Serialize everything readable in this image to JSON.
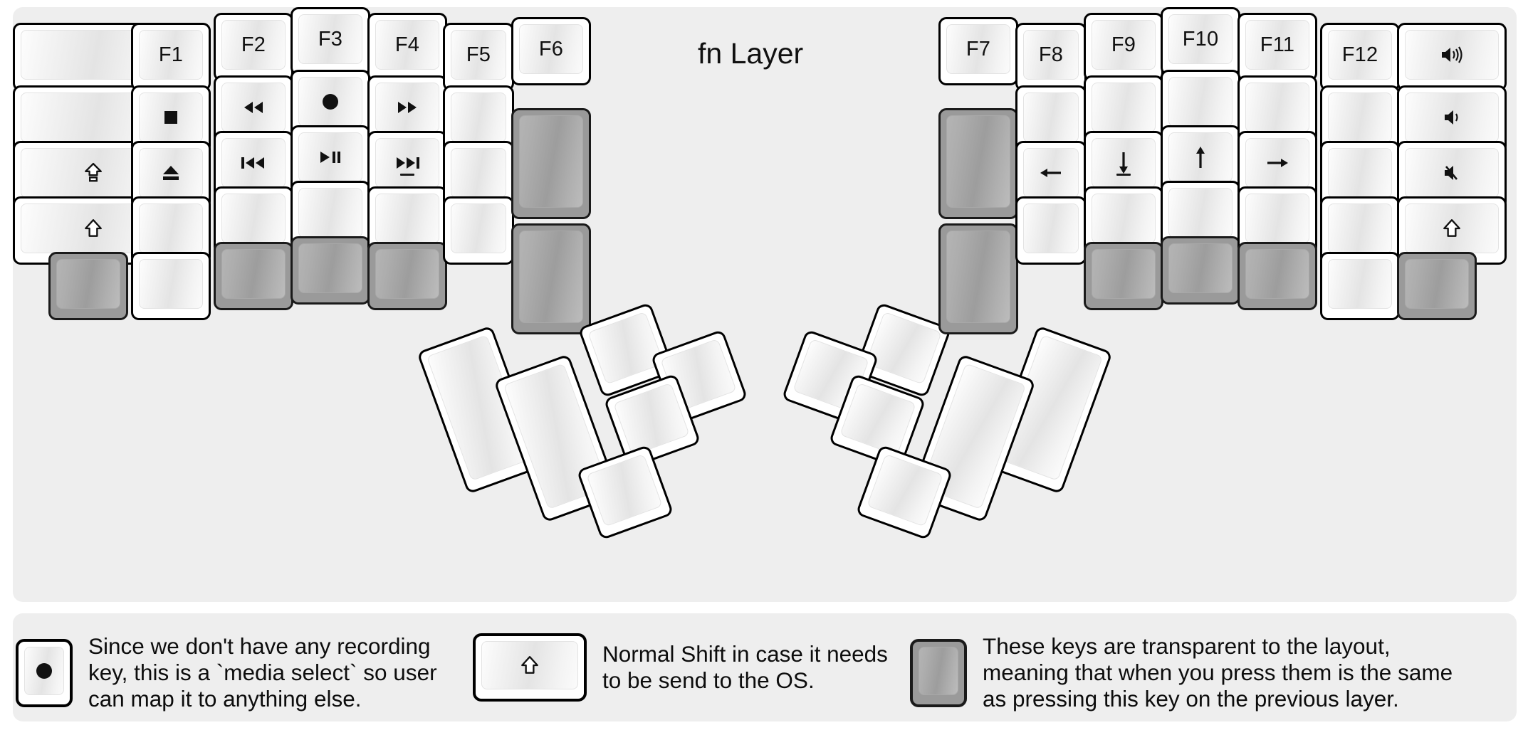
{
  "title": "fn Layer",
  "colors": {
    "background": "#eeeeee",
    "key_face": "#ffffff",
    "key_outline": "#000000",
    "transparent_key": "#9a9a9a",
    "text": "#111111"
  },
  "keyboard": {
    "left_half": {
      "columns": [
        {
          "name": "outer-col",
          "keys": [
            {
              "label": "",
              "icon": ""
            },
            {
              "label": "",
              "icon": ""
            },
            {
              "label": "",
              "icon": "caps-lock-icon"
            },
            {
              "label": "",
              "icon": "shift-icon"
            },
            {
              "label": "",
              "icon": "",
              "transparent": true
            }
          ]
        },
        {
          "name": "f1-col",
          "keys": [
            {
              "label": "F1",
              "icon": ""
            },
            {
              "label": "",
              "icon": "media-stop-icon"
            },
            {
              "label": "",
              "icon": "media-eject-icon"
            },
            {
              "label": "",
              "icon": ""
            },
            {
              "label": "",
              "icon": ""
            }
          ]
        },
        {
          "name": "f2-col",
          "keys": [
            {
              "label": "F2",
              "icon": ""
            },
            {
              "label": "",
              "icon": "media-rewind-icon"
            },
            {
              "label": "",
              "icon": "media-prev-track-icon"
            },
            {
              "label": "",
              "icon": ""
            },
            {
              "label": "",
              "icon": "",
              "transparent": true
            }
          ]
        },
        {
          "name": "f3-col",
          "keys": [
            {
              "label": "F3",
              "icon": ""
            },
            {
              "label": "",
              "icon": "media-record-icon"
            },
            {
              "label": "",
              "icon": "media-play-pause-icon"
            },
            {
              "label": "",
              "icon": ""
            },
            {
              "label": "",
              "icon": "",
              "transparent": true
            }
          ]
        },
        {
          "name": "f4-col",
          "keys": [
            {
              "label": "F4",
              "icon": ""
            },
            {
              "label": "",
              "icon": "media-fast-forward-icon"
            },
            {
              "label": "",
              "icon": "media-next-track-icon",
              "homing": true
            },
            {
              "label": "",
              "icon": ""
            },
            {
              "label": "",
              "icon": "",
              "transparent": true
            }
          ]
        },
        {
          "name": "f5-col",
          "keys": [
            {
              "label": "F5",
              "icon": ""
            },
            {
              "label": "",
              "icon": ""
            },
            {
              "label": "",
              "icon": ""
            },
            {
              "label": "",
              "icon": ""
            }
          ]
        },
        {
          "name": "f6-col",
          "keys": [
            {
              "label": "F6",
              "icon": ""
            },
            {
              "label": "",
              "icon": "",
              "transparent": true,
              "tall": true
            },
            {
              "label": "",
              "icon": "",
              "transparent": true,
              "tall": true
            }
          ]
        }
      ],
      "thumb_cluster": {
        "rotation_deg": -20,
        "keys": [
          {
            "label": "",
            "icon": "",
            "size": "tall"
          },
          {
            "label": "",
            "icon": "",
            "size": "tall"
          },
          {
            "label": "",
            "icon": "",
            "size": "square"
          },
          {
            "label": "",
            "icon": "",
            "size": "square"
          },
          {
            "label": "",
            "icon": "",
            "size": "square"
          },
          {
            "label": "",
            "icon": "",
            "size": "square"
          }
        ]
      }
    },
    "right_half": {
      "columns": [
        {
          "name": "f7-col",
          "keys": [
            {
              "label": "F7",
              "icon": ""
            },
            {
              "label": "",
              "icon": "",
              "transparent": true,
              "tall": true
            },
            {
              "label": "",
              "icon": "",
              "transparent": true,
              "tall": true
            }
          ]
        },
        {
          "name": "f8-col",
          "keys": [
            {
              "label": "F8",
              "icon": ""
            },
            {
              "label": "",
              "icon": ""
            },
            {
              "label": "",
              "icon": "arrow-left-icon"
            },
            {
              "label": "",
              "icon": ""
            }
          ]
        },
        {
          "name": "f9-col",
          "keys": [
            {
              "label": "F9",
              "icon": ""
            },
            {
              "label": "",
              "icon": ""
            },
            {
              "label": "",
              "icon": "arrow-down-icon",
              "homing": true
            },
            {
              "label": "",
              "icon": ""
            },
            {
              "label": "",
              "icon": "",
              "transparent": true
            }
          ]
        },
        {
          "name": "f10-col",
          "keys": [
            {
              "label": "F10",
              "icon": ""
            },
            {
              "label": "",
              "icon": ""
            },
            {
              "label": "",
              "icon": "arrow-up-icon"
            },
            {
              "label": "",
              "icon": ""
            },
            {
              "label": "",
              "icon": "",
              "transparent": true
            }
          ]
        },
        {
          "name": "f11-col",
          "keys": [
            {
              "label": "F11",
              "icon": ""
            },
            {
              "label": "",
              "icon": ""
            },
            {
              "label": "",
              "icon": "arrow-right-icon"
            },
            {
              "label": "",
              "icon": ""
            },
            {
              "label": "",
              "icon": "",
              "transparent": true
            }
          ]
        },
        {
          "name": "f12-col",
          "keys": [
            {
              "label": "F12",
              "icon": ""
            },
            {
              "label": "",
              "icon": ""
            },
            {
              "label": "",
              "icon": ""
            },
            {
              "label": "",
              "icon": ""
            },
            {
              "label": "",
              "icon": ""
            }
          ]
        },
        {
          "name": "outer-col",
          "keys": [
            {
              "label": "",
              "icon": "volume-up-icon"
            },
            {
              "label": "",
              "icon": "volume-down-icon"
            },
            {
              "label": "",
              "icon": "volume-mute-icon"
            },
            {
              "label": "",
              "icon": "shift-icon"
            },
            {
              "label": "",
              "icon": "",
              "transparent": true
            }
          ]
        }
      ],
      "thumb_cluster": {
        "rotation_deg": 20,
        "keys": [
          {
            "label": "",
            "icon": "",
            "size": "tall"
          },
          {
            "label": "",
            "icon": "",
            "size": "tall"
          },
          {
            "label": "",
            "icon": "",
            "size": "square"
          },
          {
            "label": "",
            "icon": "",
            "size": "square"
          },
          {
            "label": "",
            "icon": "",
            "size": "square"
          },
          {
            "label": "",
            "icon": "",
            "size": "square"
          }
        ]
      }
    }
  },
  "footer_legend": [
    {
      "key_icon": "media-record-icon",
      "key_style": "normal",
      "text": "Since we don't have any recording\nkey, this is a `media select` so user\ncan map it to anything else."
    },
    {
      "key_icon": "shift-icon",
      "key_style": "normal",
      "text": "Normal Shift in case it needs\nto be send to the OS."
    },
    {
      "key_icon": "",
      "key_style": "transparent",
      "text": "These keys are transparent to the layout,\nmeaning that when you press them is the same\nas pressing this key on the previous layer."
    }
  ]
}
